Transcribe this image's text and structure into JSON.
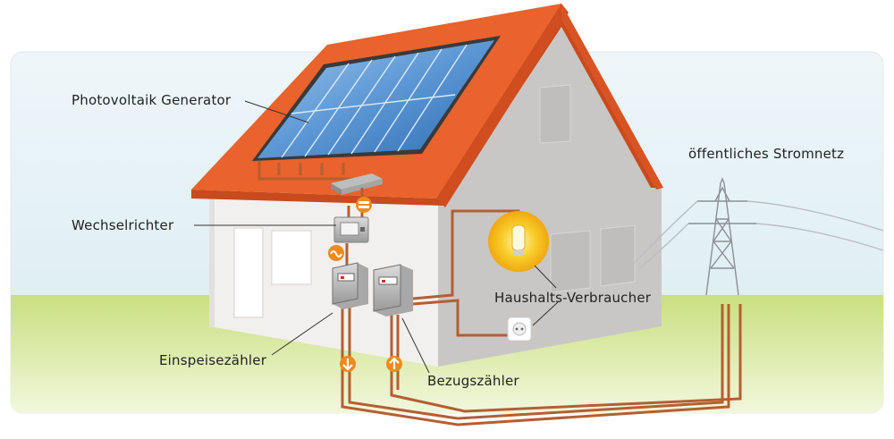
{
  "diagram": {
    "labels": {
      "pv_generator": "Photovoltaik Generator",
      "inverter": "Wechselrichter",
      "feed_meter": "Einspeisezähler",
      "purchase_meter": "Bezugszähler",
      "consumers": "Haushalts-Verbraucher",
      "grid": "öffentliches Stromnetz"
    },
    "colors": {
      "roof": "#e9602a",
      "wall_front": "#f2f0ee",
      "wall_side": "#c9c7c5",
      "panel": "#5c97d4",
      "cable": "#b35f32",
      "badge": "#f08a1c",
      "bulb": "#f6b40f"
    },
    "icons": [
      "solar-panel-icon",
      "inverter-icon",
      "meter-icon",
      "light-bulb-icon",
      "power-socket-icon",
      "power-pylon-icon",
      "arrow-down-icon",
      "arrow-up-icon",
      "ac-wave-icon",
      "dc-icon"
    ]
  }
}
